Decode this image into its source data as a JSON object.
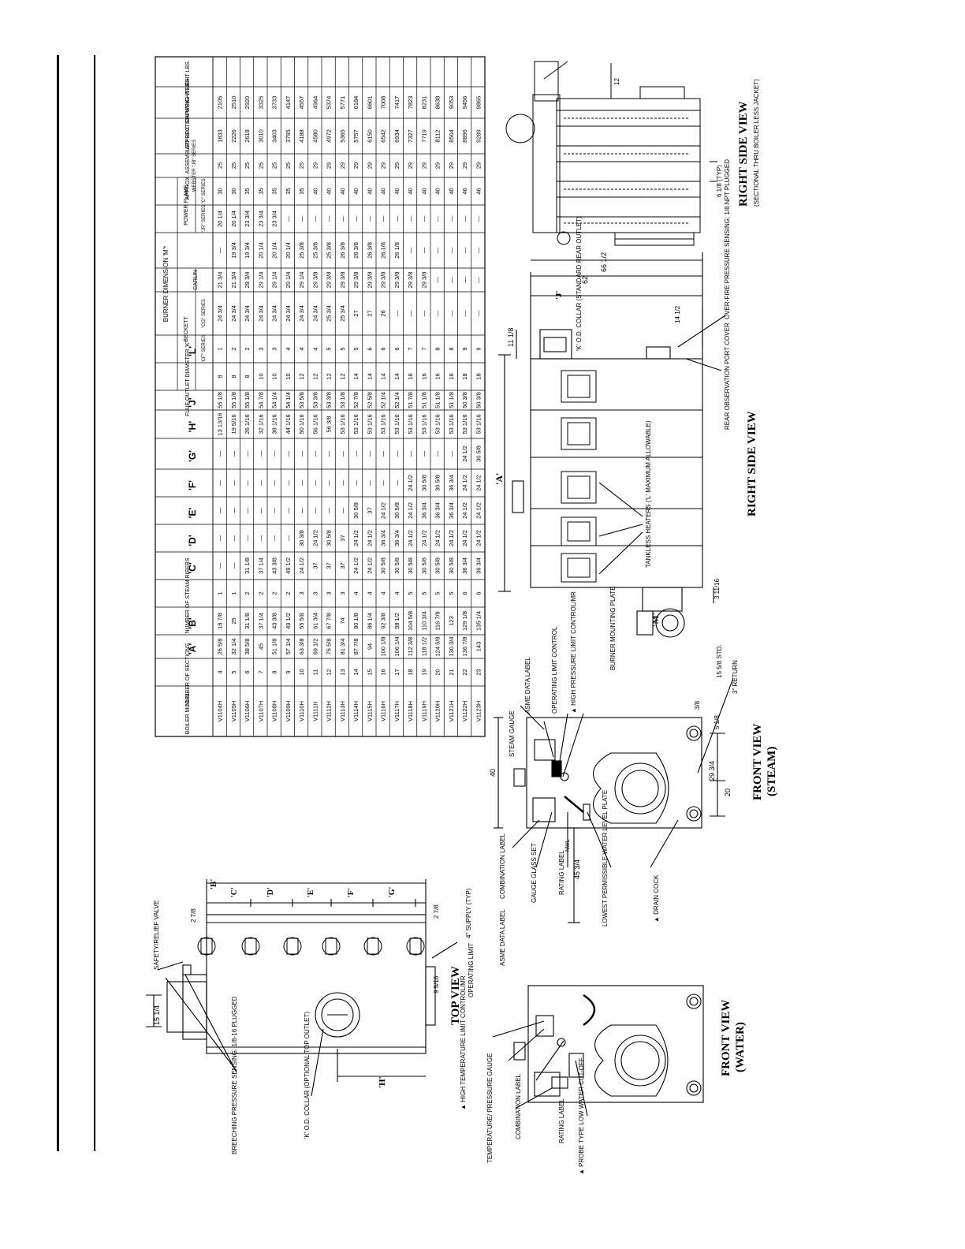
{
  "table": {
    "headers": {
      "model": "BOILER MODEL",
      "sections": "NUMBER OF SECTIONS",
      "A": "'A'",
      "B": "'B'",
      "risers": "NUMBER OF STEAM RISERS",
      "C": "'C'",
      "D": "'D'",
      "E": "'E'",
      "F": "'F'",
      "G": "'G'",
      "H": "'H'",
      "J": "'J'",
      "K": "FLUE OUTLET DIAMETER 'K'",
      "L": "'L'",
      "burner_dim": "BURNER DIMENSION 'M'*",
      "beckett": "BECKETT",
      "cf": "\"CF\" SERIES",
      "cg": "\"CG\" SERIES",
      "carlin": "CARLIN",
      "power_flame": "POWER FLAME",
      "jr": "\"JR\" SERIES",
      "c": "\"C\" SERIES",
      "webster": "WEBSTER \"JB\" SERIES",
      "section_weight": "APPROX. ASSEMBLED SECTION WEIGHT LBS.",
      "shipping_weight": "APPROX. SHIPPING WEIGHT LBS."
    },
    "rows": [
      [
        "V1104H",
        "4",
        "26 5/8",
        "18 7/8",
        "1",
        "—",
        "—",
        "—",
        "—",
        "—",
        "13 13/16",
        "55 1/8",
        "8",
        "1",
        "24 3/4",
        "21 3/4",
        "—",
        "20 1/4",
        "30",
        "25",
        "1833",
        "2105"
      ],
      [
        "V1105H",
        "5",
        "32 1/4",
        "25",
        "1",
        "—",
        "—",
        "—",
        "—",
        "—",
        "19 5/16",
        "55 1/8",
        "8",
        "2",
        "24 3/4",
        "21 3/4",
        "19 3/4",
        "20 1/4",
        "30",
        "25",
        "2226",
        "2510"
      ],
      [
        "V1106H",
        "6",
        "38 5/8",
        "31 1/8",
        "2",
        "31 1/8",
        "—",
        "—",
        "—",
        "—",
        "26 1/16",
        "55 1/8",
        "8",
        "2",
        "24 3/4",
        "28 3/4",
        "19 3/4",
        "23 3/4",
        "35",
        "25",
        "2618",
        "2920"
      ],
      [
        "V1107H",
        "7",
        "45",
        "37 1/4",
        "2",
        "37 1/4",
        "—",
        "—",
        "—",
        "—",
        "32 1/16",
        "54 7/8",
        "10",
        "3",
        "24 3/4",
        "29 1/4",
        "20 1/4",
        "23 3/4",
        "35",
        "25",
        "3010",
        "3325"
      ],
      [
        "V1108H",
        "8",
        "51 1/8",
        "43 3/8",
        "2",
        "43 3/8",
        "—",
        "—",
        "—",
        "—",
        "38 1/16",
        "54 1/4",
        "10",
        "3",
        "24 3/4",
        "29 1/4",
        "20 1/4",
        "23 3/4",
        "35",
        "25",
        "3403",
        "3733"
      ],
      [
        "V1109H",
        "9",
        "57 1/4",
        "49 1/2",
        "2",
        "49 1/2",
        "—",
        "—",
        "—",
        "—",
        "44 1/16",
        "54 1/4",
        "10",
        "4",
        "24 3/4",
        "29 1/4",
        "20 1/4",
        "—",
        "35",
        "25",
        "3795",
        "4147"
      ],
      [
        "V1110H",
        "10",
        "63 3/8",
        "55 5/8",
        "3",
        "24 1/2",
        "30 3/8",
        "—",
        "—",
        "—",
        "50 1/16",
        "53 5/8",
        "12",
        "4",
        "24 3/4",
        "29 1/4",
        "25 3/8",
        "—",
        "35",
        "25",
        "4188",
        "4557"
      ],
      [
        "V1111H",
        "11",
        "69 1/2",
        "61 3/4",
        "3",
        "37",
        "24 1/2",
        "—",
        "—",
        "—",
        "56 1/16",
        "53 3/8",
        "12",
        "4",
        "24 3/4",
        "29 3/8",
        "25 3/8",
        "—",
        "40",
        "29",
        "4580",
        "4964"
      ],
      [
        "V1112H",
        "12",
        "75 5/8",
        "67 7/8",
        "3",
        "37",
        "30 5/8",
        "—",
        "—",
        "—",
        "56 3/8",
        "53 3/8",
        "12",
        "5",
        "25 3/4",
        "29 3/8",
        "25 3/8",
        "—",
        "40",
        "29",
        "4972",
        "5374"
      ],
      [
        "V1113H",
        "13",
        "81 3/4",
        "74",
        "3",
        "37",
        "37",
        "—",
        "—",
        "—",
        "53 1/16",
        "53 1/8",
        "12",
        "5",
        "25 3/4",
        "29 3/8",
        "26 3/8",
        "—",
        "40",
        "29",
        "5365",
        "5771"
      ],
      [
        "V1114H",
        "14",
        "87 7/8",
        "80 1/8",
        "4",
        "24 1/2",
        "24 1/2",
        "30 5/8",
        "—",
        "—",
        "53 1/16",
        "52 7/8",
        "14",
        "5",
        "27",
        "29 3/8",
        "26 3/8",
        "—",
        "40",
        "29",
        "5757",
        "6184"
      ],
      [
        "V1115H",
        "15",
        "94",
        "86 1/4",
        "4",
        "24 1/2",
        "24 1/2",
        "37",
        "—",
        "—",
        "53 1/16",
        "52 5/8",
        "14",
        "6",
        "27",
        "29 3/8",
        "26 3/8",
        "—",
        "40",
        "29",
        "6150",
        "6601"
      ],
      [
        "V1116H",
        "16",
        "100 1/8",
        "92 3/8",
        "4",
        "30 5/8",
        "36 3/4",
        "24 1/2",
        "—",
        "—",
        "53 1/16",
        "52 1/4",
        "14",
        "6",
        "26",
        "29 3/8",
        "26 1/8",
        "—",
        "40",
        "29",
        "6542",
        "7008"
      ],
      [
        "V1117H",
        "17",
        "106 1/4",
        "98 1/2",
        "4",
        "30 5/8",
        "36 3/4",
        "30 5/8",
        "—",
        "—",
        "53 1/16",
        "52 1/4",
        "14",
        "6",
        "—",
        "29 3/8",
        "26 1/8",
        "—",
        "40",
        "29",
        "6934",
        "7417"
      ],
      [
        "V1118H",
        "18",
        "112 3/8",
        "104 5/8",
        "5",
        "30 5/8",
        "24 1/2",
        "24 1/2",
        "24 1/2",
        "—",
        "53 1/16",
        "51 7/8",
        "16",
        "7",
        "—",
        "29 3/8",
        "—",
        "—",
        "40",
        "29",
        "7327",
        "7823"
      ],
      [
        "V1119H",
        "19",
        "118 1/2",
        "110 3/4",
        "5",
        "30 5/8",
        "24 1/2",
        "36 3/4",
        "30 5/8",
        "—",
        "53 1/16",
        "51 1/8",
        "16",
        "7",
        "—",
        "29 3/8",
        "—",
        "—",
        "40",
        "29",
        "7719",
        "8231"
      ],
      [
        "V1120H",
        "20",
        "124 5/8",
        "116 7/8",
        "5",
        "30 5/8",
        "24 1/2",
        "36 3/4",
        "30 5/8",
        "—",
        "53 1/16",
        "51 1/8",
        "16",
        "8",
        "—",
        "—",
        "—",
        "—",
        "40",
        "29",
        "8112",
        "8638"
      ],
      [
        "V1121H",
        "21",
        "130 3/4",
        "123",
        "5",
        "30 5/8",
        "24 1/2",
        "36 3/4",
        "36 3/4",
        "—",
        "53 1/16",
        "51 1/8",
        "16",
        "8",
        "—",
        "—",
        "—",
        "—",
        "40",
        "29",
        "8504",
        "9053"
      ],
      [
        "V1122H",
        "22",
        "136 7/8",
        "129 1/8",
        "6",
        "36 3/4",
        "24 1/2",
        "24 1/2",
        "24 1/2",
        "24 1/2",
        "53 1/16",
        "50 3/8",
        "18",
        "9",
        "—",
        "—",
        "—",
        "—",
        "46",
        "29",
        "8896",
        "9456"
      ],
      [
        "V1123H",
        "23",
        "143",
        "135 1/4",
        "6",
        "36 3/4",
        "24 1/2",
        "24 1/2",
        "24 1/2",
        "30 5/8",
        "53 1/16",
        "50 3/8",
        "18",
        "9",
        "—",
        "—",
        "—",
        "—",
        "46",
        "29",
        "9289",
        "9865"
      ]
    ]
  },
  "top_view": {
    "title": "TOP VIEW",
    "safety_valve": "SAFETY/RELIEF VALVE",
    "supply": "4\" SUPPLY (TYP)",
    "breeching": "BREECHING PRESSURE SENSING; 1/8-16 PLUGGED",
    "collar": "'K' O.D. COLLAR (OPTIONAL TOP OUTLET)",
    "dim_15": "15 1/4",
    "dim_9": "9 5/16",
    "dim_2a": "2 7/8",
    "dim_2b": "2 7/8",
    "B": "'B'",
    "C": "'C'",
    "D": "'D'",
    "E": "'E'",
    "F": "'F'",
    "G": "'G'",
    "H": "'H'"
  },
  "front_water": {
    "title": "FRONT VIEW",
    "subtitle": "(WATER)",
    "operating_limit": "OPERATING LIMIT",
    "asme": "ASME DATA LABEL",
    "high_temp": "▲ HIGH TEMPERATURE LIMIT CONTROL/MR",
    "temp_gauge": "TEMPERATURE/ PRESSURE GAUGE",
    "combination": "COMBINATION LABEL",
    "rating": "RATING LABEL",
    "probe": "▲ PROBE TYPE LOW WATER CUT-OFF"
  },
  "front_steam": {
    "title": "FRONT VIEW",
    "subtitle": "(STEAM)",
    "steam_gauge": "STEAM GAUGE",
    "asme": "ASME DATA LABEL",
    "operating": "OPERATING LIMIT CONTROL",
    "high_pressure": "▲ HIGH PRESSURE LIMIT CONTROL/MR",
    "burner_plate": "BURNER MOUNTING PLATE",
    "return": "3\" RETURN",
    "std": "15 5/8 STD.",
    "combination": "COMBINATION LABEL",
    "gauge_glass": "GAUGE GLASS SET",
    "rating": "RATING LABEL",
    "lowest_water": "LOWEST PERMISSIBLE WATER LEVEL PLATE",
    "drain": "▲ DRAIN COCK",
    "nwl": "NWL",
    "dim_40": "40",
    "dim_45": "45 3/4",
    "dim_29": "29 3/4",
    "dim_20": "20",
    "dim_5": "5 1/8",
    "dim_3": "3/8",
    "M": "'M'"
  },
  "right_side": {
    "title": "RIGHT SIDE VIEW",
    "tankless": "TANKLESS HEATERS ('L' MAXIMUM ALLOWABLE)",
    "rear_obs": "REAR OBSERVATION PORT COVER",
    "over_fire": "OVER-FIRE PRESSURE SENSING; 1/8 NPT PLUGGED",
    "rear_outlet": "'K' O.D. COLLAR (STANDARD REAR OUTLET)",
    "A": "'A'",
    "J": "'J'",
    "dim_62": "62",
    "dim_66": "66 1/2",
    "dim_11": "11 1/8",
    "dim_14": "14 1/2",
    "dim_3": "3 11/16"
  },
  "section_view": {
    "title": "RIGHT SIDE VIEW",
    "subtitle": "(SECTIONAL THRU BOILER LESS JACKET)",
    "dim_6": "6 1/8 (TYP)",
    "dim_12": "12"
  }
}
